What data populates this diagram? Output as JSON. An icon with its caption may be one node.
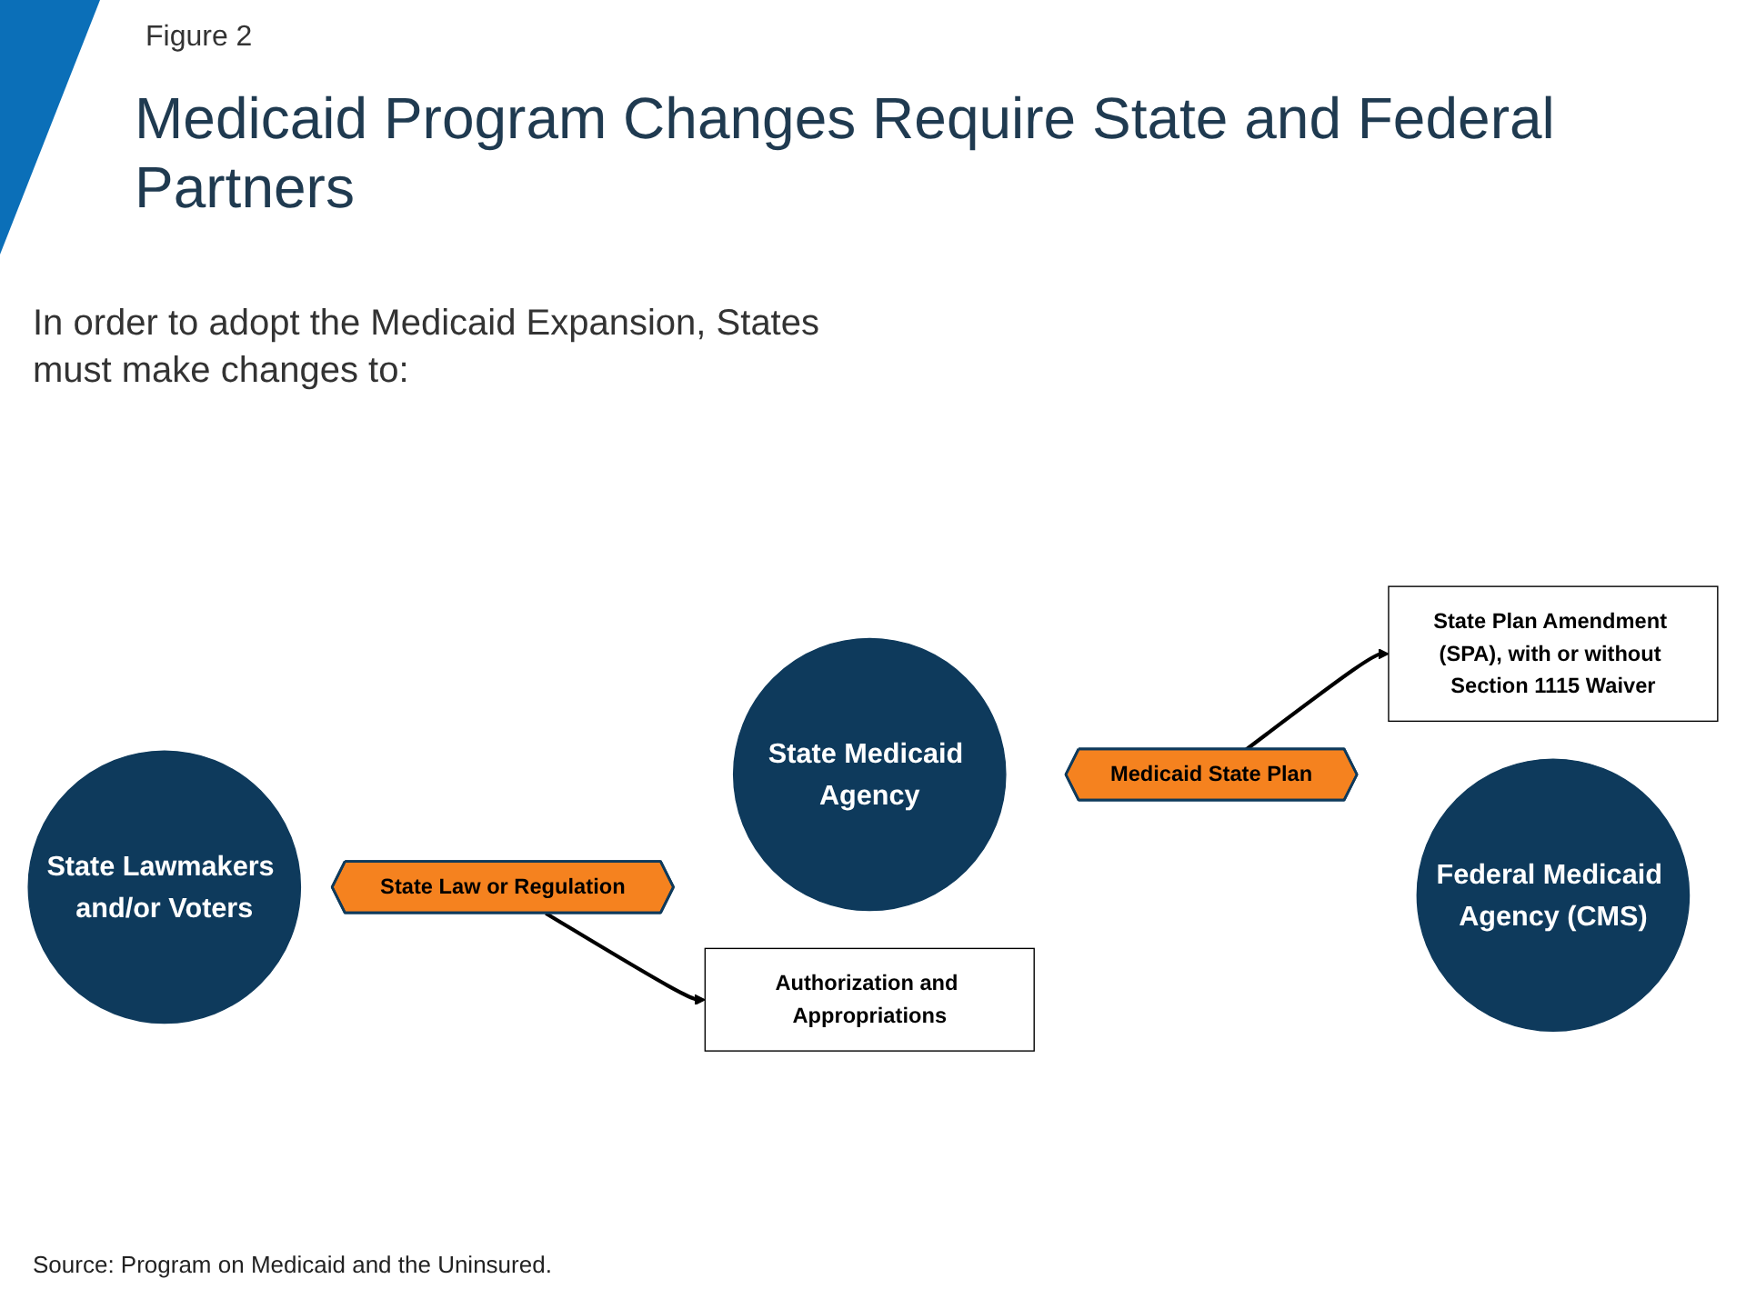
{
  "diagram": {
    "title": "Medicaid Program Changes Require State and Federal Partners",
    "caption": "Source: Program on Medicaid and the Uninsured.",
    "nodes": [
      {
        "text": [
          "State Lawmakers and/or Voters"
        ]
      },
      {
        "text": [
          "State Law or Regulation"
        ]
      },
      {
        "text": [
          "State Medicaid Agency"
        ]
      },
      {
        "text": [
          "Medicaid State Plan"
        ]
      },
      {
        "text": [
          "Federal Medicaid Agency (CMS)"
        ]
      },
      {
        "text": [
          "Authorization and Appropriations"
        ]
      },
      {
        "text": [
          "State Plan Amendment (SPA), with or without Section 1115 Waiver"
        ]
      }
    ],
    "edges": [
      {
        "from": 1,
        "to": 5,
        "arrow": "to"
      },
      {
        "from": 3,
        "to": 6,
        "arrow": "to"
      }
    ],
    "labels": [
      "Figure 2",
      "In order to adopt the Medicaid Expansion, States must make changes to:"
    ]
  }
}
